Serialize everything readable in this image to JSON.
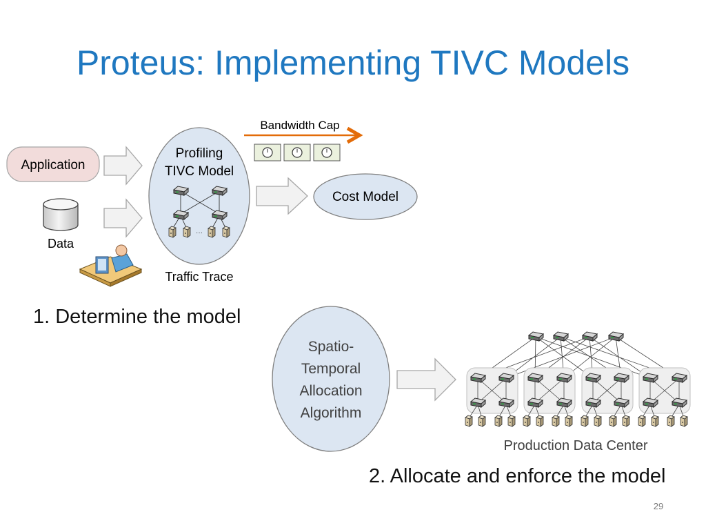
{
  "slide": {
    "title": "Proteus: Implementing TIVC Models",
    "page_number": "29"
  },
  "step1": {
    "label": "1. Determine the model",
    "inputs": {
      "application": "Application",
      "data": "Data"
    },
    "profiling_node": {
      "line1": "Profiling",
      "line2": "TIVC Model"
    },
    "bandwidth_cap": "Bandwidth Cap",
    "cost_model": "Cost Model",
    "traffic_trace": "Traffic Trace"
  },
  "step2": {
    "label": "2. Allocate and enforce the model",
    "algorithm_node": {
      "line1": "Spatio-",
      "line2": "Temporal",
      "line3": "Allocation",
      "line4": "Algorithm"
    },
    "datacenter_label": "Production Data Center"
  },
  "icons": {
    "arrow": "block-arrow-icon",
    "database": "database-icon",
    "operator": "person-at-computer-icon",
    "clock": "clock-icon",
    "switch": "network-switch-icon",
    "server": "server-icon"
  },
  "colors": {
    "title": "#1F78C0",
    "application_fill": "#F2DCDB",
    "ellipse_fill": "#DCE6F2",
    "bandwidth_arrow": "#E36C09",
    "clock_fill": "#EBF1DE"
  }
}
